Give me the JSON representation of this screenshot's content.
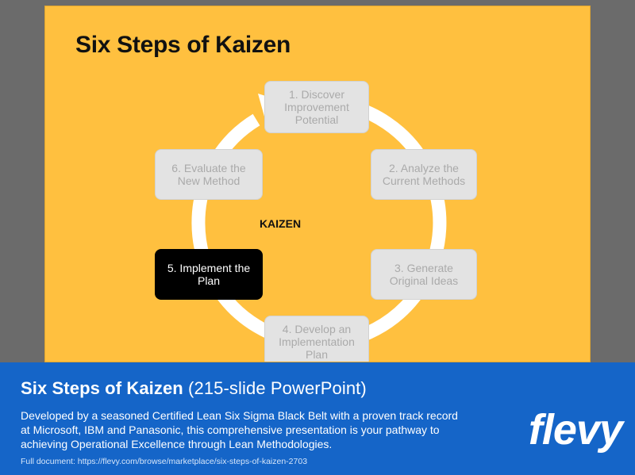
{
  "slide": {
    "title": "Six Steps of Kaizen",
    "center_label": "KAIZEN",
    "steps": [
      {
        "label": "1. Discover\nImprovement\nPotential",
        "active": false
      },
      {
        "label": "2. Analyze the\nCurrent Methods",
        "active": false
      },
      {
        "label": "3. Generate\nOriginal Ideas",
        "active": false
      },
      {
        "label": "4. Develop an\nImplementation\nPlan",
        "active": false
      },
      {
        "label": "5. Implement the\nPlan",
        "active": true
      },
      {
        "label": "6. Evaluate the\nNew Method",
        "active": false
      }
    ]
  },
  "banner": {
    "title_strong": "Six Steps of Kaizen",
    "title_rest": " (215-slide PowerPoint)",
    "description": "Developed by a seasoned Certified Lean Six Sigma Black Belt with a proven track record at Microsoft, IBM and Panasonic, this comprehensive presentation is your pathway to achieving Operational Excellence through Lean Methodologies.",
    "link": "Full document: https://flevy.com/browse/marketplace/six-steps-of-kaizen-2703",
    "logo": "flevy"
  },
  "colors": {
    "slide_bg": "#ffc03f",
    "banner_bg": "#1565c8",
    "page_bg": "#6b6b6b",
    "active_step": "#000000",
    "inactive_step": "#e3e3e3"
  }
}
